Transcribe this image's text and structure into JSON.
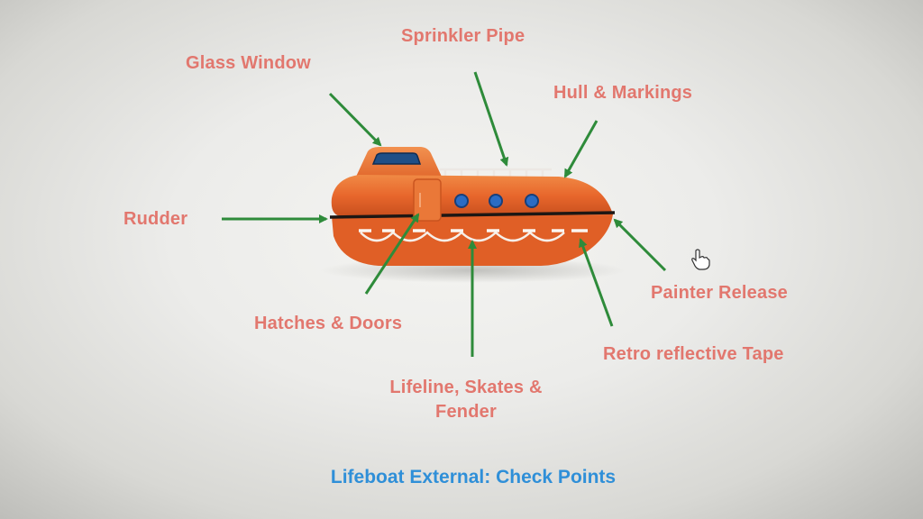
{
  "labels": {
    "glass_window": "Glass Window",
    "sprinkler_pipe": "Sprinkler Pipe",
    "hull_markings": "Hull & Markings",
    "rudder": "Rudder",
    "painter_release": "Painter Release",
    "hatches_doors": "Hatches & Doors",
    "retro_tape": "Retro reflective Tape",
    "lifeline_line1": "Lifeline, Skates &",
    "lifeline_line2": "Fender"
  },
  "caption": "Lifeboat External: Check Points",
  "colors": {
    "label": "#e2776e",
    "caption": "#2f8fd8",
    "arrow": "#2e8b3a",
    "hull": "#e8682c"
  },
  "icons": {
    "cursor": "hand-pointer-icon"
  }
}
